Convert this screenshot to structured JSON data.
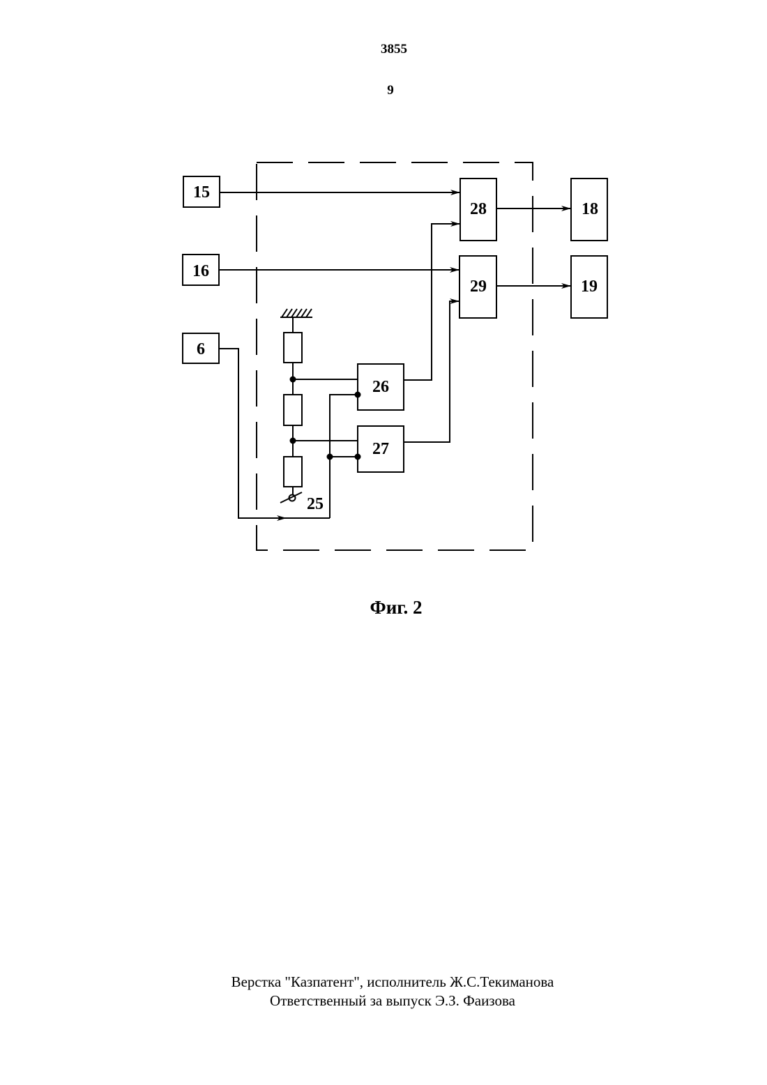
{
  "header": {
    "doc_number": "3855",
    "page_number": "9"
  },
  "diagram": {
    "blocks": {
      "b15": "15",
      "b16": "16",
      "b6": "6",
      "b28": "28",
      "b29": "29",
      "b18": "18",
      "b19": "19",
      "b26": "26",
      "b27": "27",
      "b25": "25"
    }
  },
  "caption": "Фиг. 2",
  "footer": {
    "line1": "Верстка  \"Казпатент\",  исполнитель  Ж.С.Текиманова",
    "line2": "Ответственный  за выпуск  Э.З. Фаизова"
  }
}
